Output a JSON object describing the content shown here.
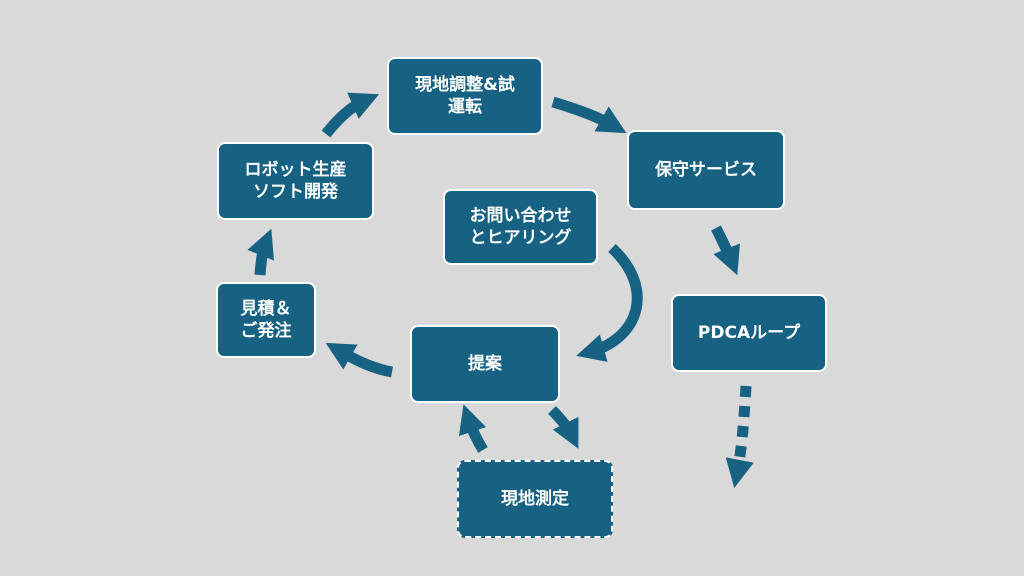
{
  "diagram": {
    "colors": {
      "background": "#d9d9d9",
      "box_fill": "#176183",
      "box_border": "#ffffff",
      "arrow": "#176183",
      "text": "#ffffff"
    },
    "nodes": {
      "inquiry": {
        "label": "お問い合わせ\nとヒアリング"
      },
      "proposal": {
        "label": "提案"
      },
      "site_measurement": {
        "label": "現地測定",
        "border_style": "dashed"
      },
      "estimate_order": {
        "label": "見積＆\nご発注"
      },
      "robot_production": {
        "label": "ロボット生産\nソフト開発"
      },
      "site_adjustment": {
        "label": "現地調整&試\n運転"
      },
      "maintenance": {
        "label": "保守サービス"
      },
      "pdca_loop": {
        "label": "PDCAループ"
      }
    }
  }
}
